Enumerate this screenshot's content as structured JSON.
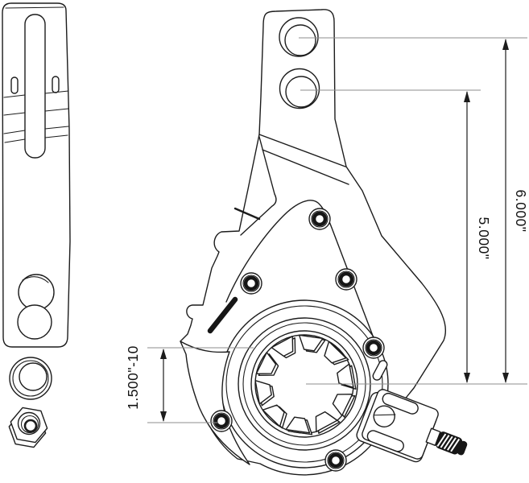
{
  "drawing": {
    "kind": "technical line drawing",
    "colors": {
      "background": "#ffffff",
      "line": "#1c1c1c",
      "leader_line": "#8c8c8c",
      "dimension_line": "#2e2e2e",
      "text": "#111111"
    },
    "dimensions": {
      "upper_hole": {
        "label": "6.000\""
      },
      "lower_hole": {
        "label": "5.000\""
      },
      "spline": {
        "label": "1.500\"-10"
      }
    }
  }
}
